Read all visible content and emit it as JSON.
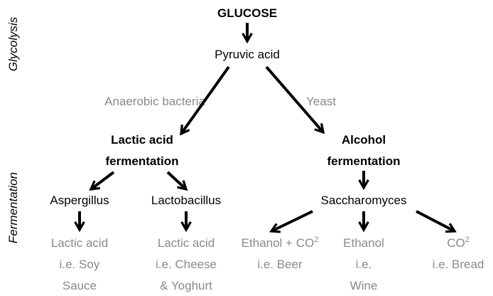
{
  "side_labels": {
    "glycolysis": "Glycolysis",
    "fermentation": "Fermentation"
  },
  "root": "GLUCOSE",
  "pyruvic": "Pyruvic acid",
  "branches": {
    "left": "Anaerobic bacteria",
    "right": "Yeast"
  },
  "lactic": {
    "line1": "Lactic acid",
    "line2": "fermentation"
  },
  "alcohol": {
    "line1": "Alcohol",
    "line2": "fermentation"
  },
  "organisms": {
    "aspergillus": "Aspergillus",
    "lactobacillus": "Lactobacillus",
    "saccharomyces": "Saccharomyces"
  },
  "products": {
    "soy": [
      "Lactic acid",
      "i.e. Soy",
      "Sauce"
    ],
    "cheese": [
      "Lactic acid",
      "i.e. Cheese",
      "& Yoghurt"
    ],
    "beer": [
      "Ethanol + CO",
      "2",
      "i.e. Beer"
    ],
    "wine": [
      "Ethanol",
      "i.e.",
      "Wine"
    ],
    "bread": [
      "CO",
      "2",
      "i.e. Bread"
    ]
  }
}
